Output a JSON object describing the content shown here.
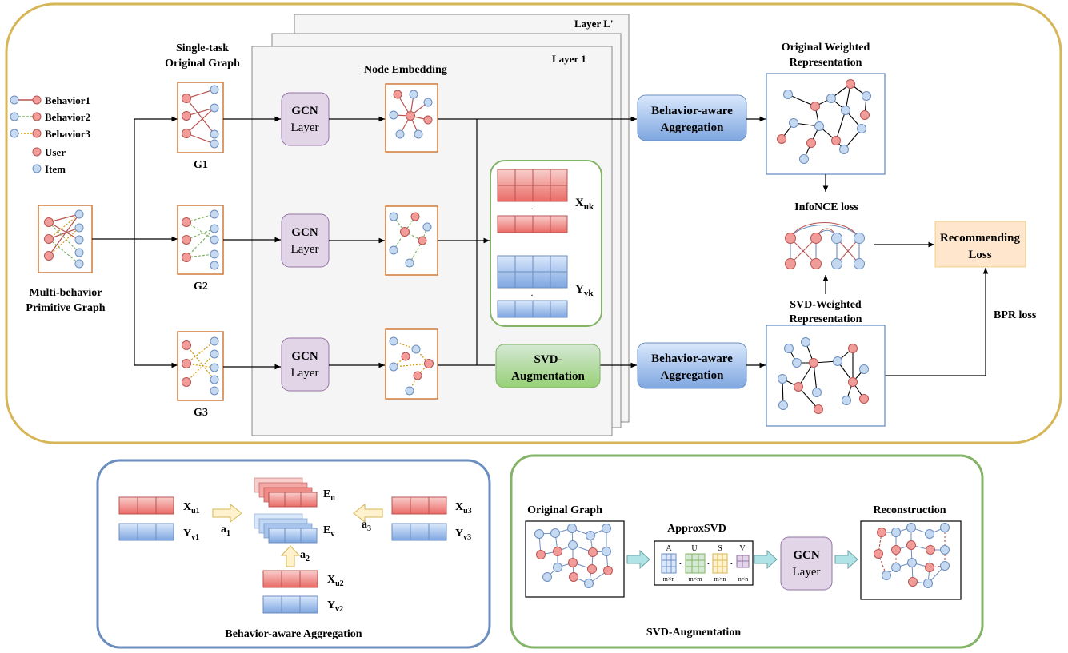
{
  "legend": {
    "behavior1": "Behavior1",
    "behavior2": "Behavior2",
    "behavior3": "Behavior3",
    "user": "User",
    "item": "Item"
  },
  "primitive_graph": {
    "line1": "Multi-behavior",
    "line2": "Primitive Graph"
  },
  "single_task": {
    "line1": "Single-task",
    "line2": "Original Graph"
  },
  "graphs": {
    "g1": "G1",
    "g2": "G2",
    "g3": "G3"
  },
  "layers": {
    "layer_l_prime": "Layer  L'",
    "layer_1": "Layer  1",
    "node_embedding": "Node Embedding"
  },
  "gcn": {
    "line1": "GCN",
    "line2": "Layer"
  },
  "matrices": {
    "x_main": "X",
    "x_sub": "uk",
    "y_main": "Y",
    "y_sub": "vk"
  },
  "svd_aug": {
    "line1": "SVD-",
    "line2": "Augmentation"
  },
  "aggregation": {
    "line1": "Behavior-aware",
    "line2": "Aggregation"
  },
  "original_weighted": {
    "line1": "Original Weighted",
    "line2": "Representation"
  },
  "svd_weighted": {
    "line1": "SVD-Weighted",
    "line2": "Representation"
  },
  "losses": {
    "infonce": "InfoNCE loss",
    "bpr": "BPR loss",
    "recommending_line1": "Recommending",
    "recommending_line2": "Loss"
  },
  "bottom_left": {
    "title": "Behavior-aware Aggregation",
    "xu1": "X",
    "xu1_sub": "u1",
    "yv1": "Y",
    "yv1_sub": "v1",
    "xu2": "X",
    "xu2_sub": "u2",
    "yv2": "Y",
    "yv2_sub": "v2",
    "xu3": "X",
    "xu3_sub": "u3",
    "yv3": "Y",
    "yv3_sub": "v3",
    "eu": "E",
    "eu_sub": "u",
    "ev": "E",
    "ev_sub": "v",
    "a1": "a",
    "a1_sub": "1",
    "a2": "a",
    "a2_sub": "2",
    "a3": "a",
    "a3_sub": "3"
  },
  "bottom_right": {
    "title": "SVD-Augmentation",
    "original_graph": "Original Graph",
    "approx_svd": "ApproxSVD",
    "reconstruction": "Reconstruction",
    "svd_letters": [
      "A",
      "U",
      "S",
      "V"
    ],
    "svd_dims": [
      "m×n",
      "m×m",
      "m×n",
      "n×n"
    ]
  },
  "colors": {
    "outer_border": "#d6b656",
    "blue_panel": "#6c8ebf",
    "green_panel": "#82b366",
    "user": "#f19c99",
    "item": "#c5d9f1",
    "red_edge": "#b85450",
    "green_edge": "#82b366",
    "orange_edge": "#d79b00",
    "gcn_fill": "#e1d5e7",
    "gcn_stroke": "#9673a6",
    "agg_fill": "#7ea6e0",
    "svd_fill": "#97d077",
    "loss_fill": "#ffe6cc"
  }
}
